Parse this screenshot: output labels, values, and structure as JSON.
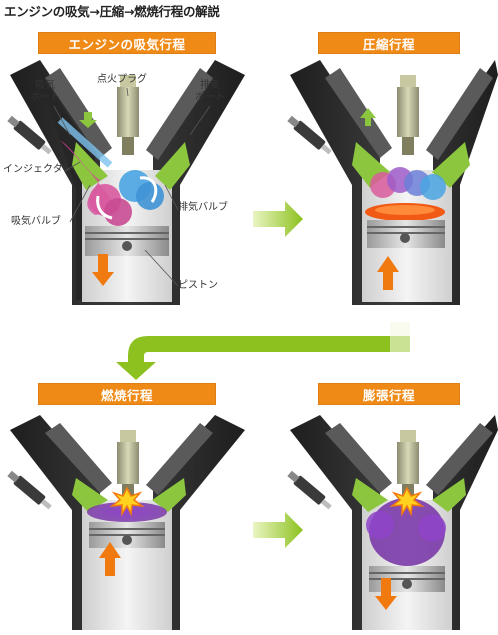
{
  "title": "エンジンの吸気→圧縮→燃焼行程の解説",
  "strokes": {
    "intake": "エンジンの吸気行程",
    "compression": "圧縮行程",
    "combustion": "燃焼行程",
    "expansion": "膨張行程"
  },
  "labels": {
    "intake_port": "吸気\nポート",
    "spark_plug": "点火プラグ",
    "exhaust_port": "排気\nポート",
    "injector": "インジェクター",
    "intake_valve": "吸気バルブ",
    "exhaust_valve": "排気バルブ",
    "piston": "ピストン"
  },
  "colors": {
    "badge": "#f08a17",
    "valve": "#8cc63f",
    "arrow_orange": "#f07a10",
    "flow_arrow": "#9bcc2a",
    "cylinder": "#2b2b2b"
  }
}
